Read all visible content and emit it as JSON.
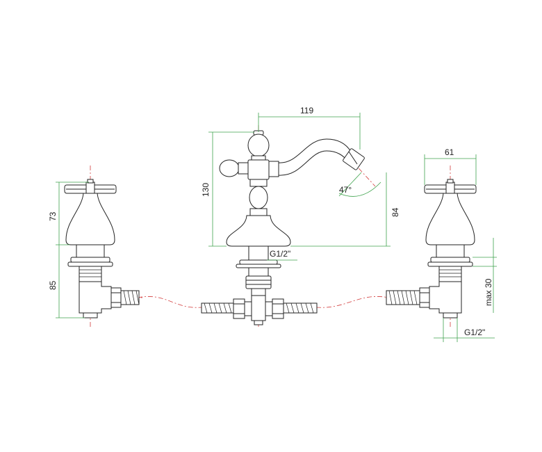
{
  "dimensions": {
    "spout_reach": "119",
    "tap_height": "130",
    "spout_height": "84",
    "spout_angle": "47°",
    "spout_connection": "G1/2\"",
    "handle_height": "73",
    "valve_body_height": "85",
    "handle_width": "61",
    "max_deck_thickness": "max 30",
    "valve_connection": "G1/2\""
  },
  "colors": {
    "outline": "#222222",
    "centerline": "#d23a3a",
    "dimension_line": "#3fa34d"
  }
}
